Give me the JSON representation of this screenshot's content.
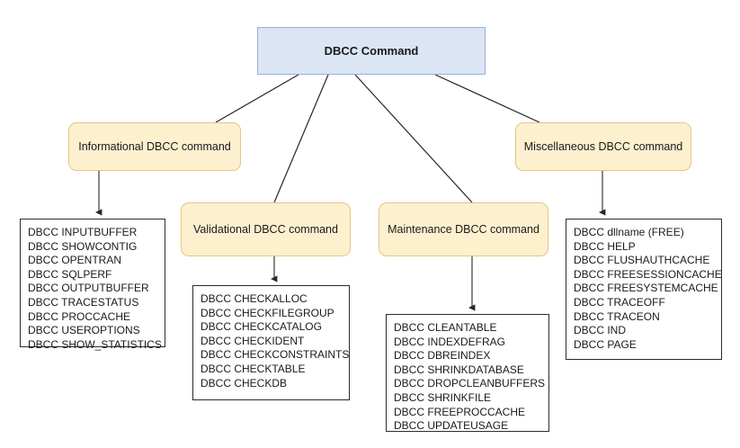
{
  "diagram": {
    "title": "DBCC Command",
    "root": {
      "label": "DBCC Command"
    },
    "categories": [
      {
        "key": "informational",
        "label": "Informational DBCC command"
      },
      {
        "key": "validational",
        "label": "Validational DBCC command"
      },
      {
        "key": "maintenance",
        "label": "Maintenance DBCC command"
      },
      {
        "key": "miscellaneous",
        "label": "Miscellaneous DBCC command"
      }
    ],
    "lists": {
      "informational": [
        "DBCC INPUTBUFFER",
        "DBCC SHOWCONTIG",
        "DBCC OPENTRAN",
        "DBCC SQLPERF",
        "DBCC OUTPUTBUFFER",
        "DBCC TRACESTATUS",
        "DBCC PROCCACHE",
        "DBCC USEROPTIONS",
        "DBCC SHOW_STATISTICS"
      ],
      "validational": [
        "DBCC CHECKALLOC",
        "DBCC CHECKFILEGROUP",
        "DBCC CHECKCATALOG",
        "DBCC CHECKIDENT",
        "DBCC CHECKCONSTRAINTS",
        "DBCC CHECKTABLE",
        "DBCC CHECKDB"
      ],
      "maintenance": [
        "DBCC CLEANTABLE",
        "DBCC INDEXDEFRAG",
        "DBCC DBREINDEX",
        "DBCC SHRINKDATABASE",
        "DBCC DROPCLEANBUFFERS",
        "DBCC SHRINKFILE",
        "DBCC FREEPROCCACHE",
        "DBCC UPDATEUSAGE"
      ],
      "miscellaneous": [
        "DBCC dllname (FREE)",
        "DBCC HELP",
        "DBCC FLUSHAUTHCACHE",
        "DBCC FREESESSIONCACHE",
        "DBCC FREESYSTEMCACHE",
        "DBCC TRACEOFF",
        "DBCC TRACEON",
        "DBCC IND",
        "DBCC PAGE"
      ]
    },
    "colors": {
      "root_fill": "#dbe5f4",
      "root_stroke": "#9ab0d0",
      "category_fill": "#fdf0cf",
      "category_stroke": "#e3c682",
      "listbox_stroke": "#2b2b2b",
      "edge_stroke": "#262626",
      "background": "#ffffff"
    }
  }
}
